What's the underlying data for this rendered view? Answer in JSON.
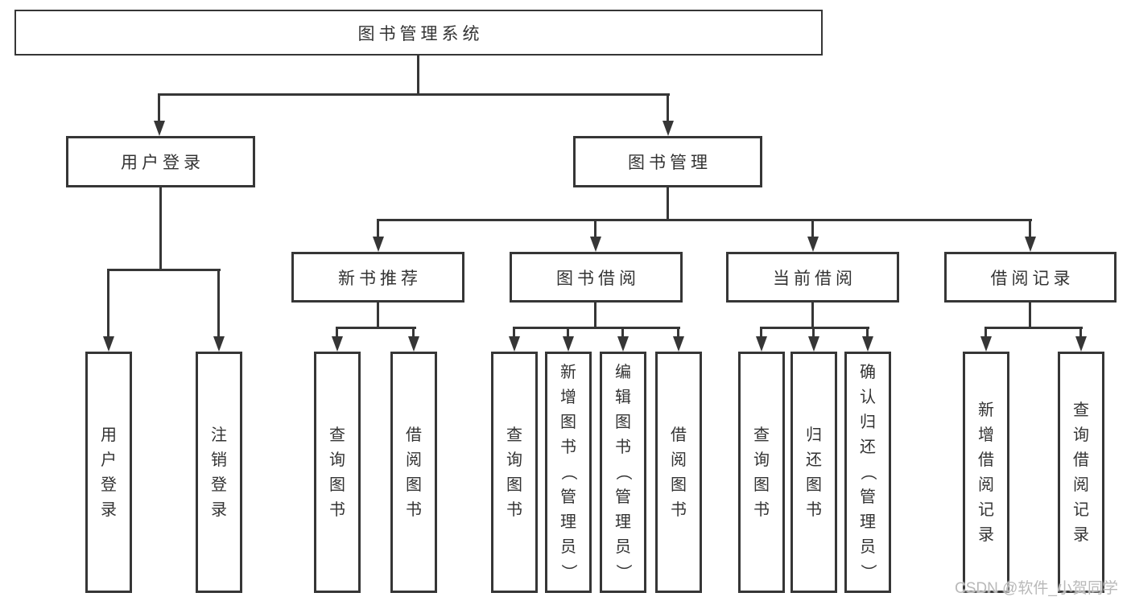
{
  "diagram": {
    "type": "tree",
    "colors": {
      "line": "#363636",
      "box_border": "#363636",
      "text": "#333333",
      "background": "#ffffff",
      "watermark": "#b9b9b9"
    },
    "nodes": {
      "root": {
        "label": "图书管理系统"
      },
      "level2": [
        {
          "label": "用户登录",
          "parent": "图书管理系统"
        },
        {
          "label": "图书管理",
          "parent": "图书管理系统"
        }
      ],
      "level3": [
        {
          "label": "新书推荐",
          "parent": "图书管理"
        },
        {
          "label": "图书借阅",
          "parent": "图书管理"
        },
        {
          "label": "当前借阅",
          "parent": "图书管理"
        },
        {
          "label": "借阅记录",
          "parent": "图书管理"
        }
      ],
      "leaves": [
        {
          "label": "用户登录",
          "parent": "用户登录"
        },
        {
          "label": "注销登录",
          "parent": "用户登录"
        },
        {
          "label": "查询图书",
          "parent": "新书推荐"
        },
        {
          "label": "借阅图书",
          "parent": "新书推荐"
        },
        {
          "label": "查询图书",
          "parent": "图书借阅"
        },
        {
          "label": "新增图书（管理员）",
          "parent": "图书借阅"
        },
        {
          "label": "编辑图书（管理员）",
          "parent": "图书借阅"
        },
        {
          "label": "借阅图书",
          "parent": "图书借阅"
        },
        {
          "label": "查询图书",
          "parent": "当前借阅"
        },
        {
          "label": "归还图书",
          "parent": "当前借阅"
        },
        {
          "label": "确认归还（管理员）",
          "parent": "当前借阅"
        },
        {
          "label": "新增借阅记录",
          "parent": "借阅记录"
        },
        {
          "label": "查询借阅记录",
          "parent": "借阅记录"
        }
      ]
    }
  },
  "watermark": {
    "text": "CSDN @软件_小贺同学"
  }
}
